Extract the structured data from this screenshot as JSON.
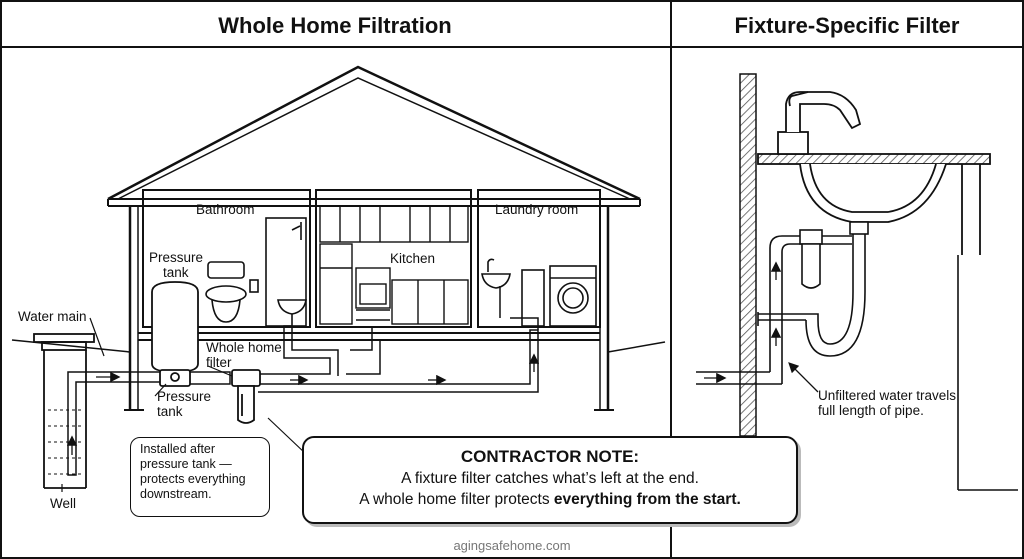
{
  "titles": {
    "left": "Whole Home Filtration",
    "right": "Fixture-Specific Filter"
  },
  "labels": {
    "bathroom": "Bathroom",
    "kitchen": "Kitchen",
    "laundry": "Laundry room",
    "pressure_tank_line1": "Pressure",
    "pressure_tank_line2": "tank",
    "water_main": "Water main",
    "whole_home_line1": "Whole home",
    "whole_home_line2": "filter",
    "pressure_tank_lower_line1": "Pressure",
    "pressure_tank_lower_line2": "tank",
    "well": "Well"
  },
  "install_note": {
    "line1": "Installed after",
    "line2": "pressure tank —",
    "line3": "protects everything",
    "line4": "downstream."
  },
  "contractor_note": {
    "title": "CONTRACTOR NOTE:",
    "line1": "A fixture filter catches what’s left at the end.",
    "line2_plain": "A whole home filter protects ",
    "line2_bold": "everything from the start."
  },
  "unfiltered_note": {
    "line1": "Unfiltered water travels",
    "line2": "full length of pipe."
  },
  "footer": "agingsafehome.com"
}
